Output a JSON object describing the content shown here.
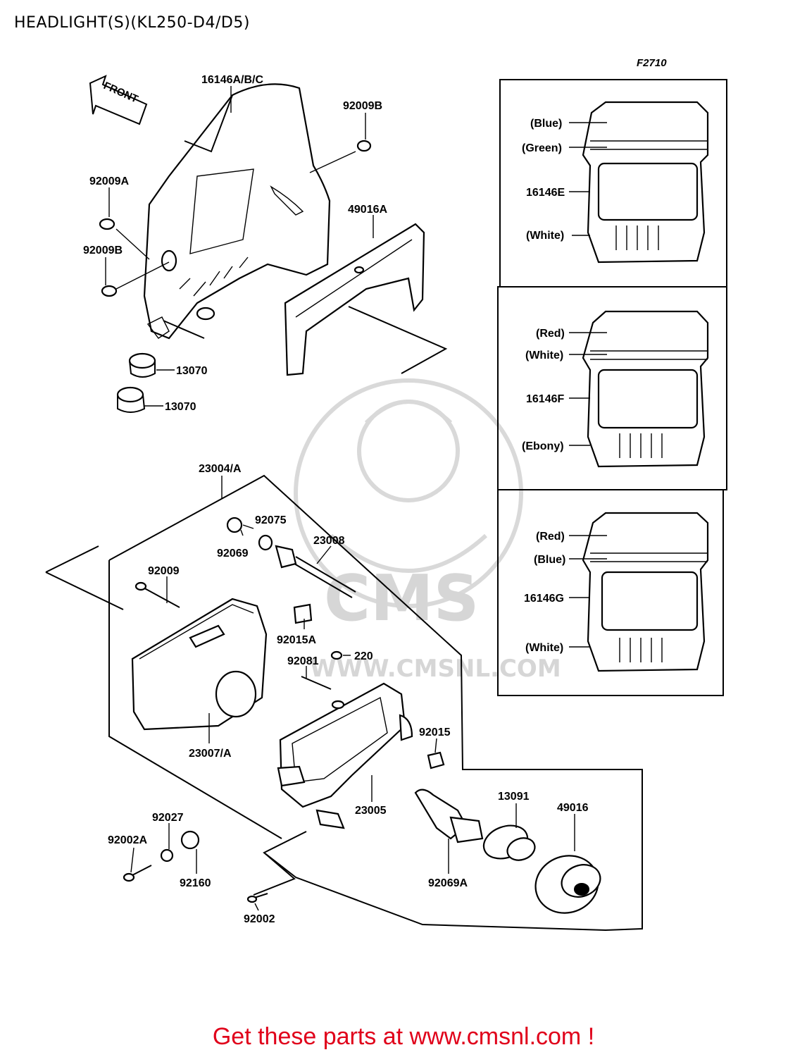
{
  "title": "HEADLIGHT(S)(KL250-D4/D5)",
  "figure_code": "F2710",
  "front_label": "FRONT",
  "watermark": {
    "brand": "CMS",
    "url": "WWW.CMSNL.COM"
  },
  "footer": "Get these parts at www.cmsnl.com !",
  "parts": {
    "p16146abc": "16146A/B/C",
    "p92009b_top": "92009B",
    "p92009a": "92009A",
    "p92009b_left": "92009B",
    "p49016a": "49016A",
    "p13070_a": "13070",
    "p13070_b": "13070",
    "p23004a": "23004/A",
    "p92075": "92075",
    "p92069": "92069",
    "p23008": "23008",
    "p92009": "92009",
    "p92015a": "92015A",
    "p220": "220",
    "p92081": "92081",
    "p23007a": "23007/A",
    "p92015": "92015",
    "p23005": "23005",
    "p13091": "13091",
    "p49016": "49016",
    "p92027": "92027",
    "p92002a": "92002A",
    "p92160": "92160",
    "p92069a": "92069A",
    "p92002": "92002"
  },
  "variants": [
    {
      "part": "16146E",
      "upper": "(Blue)",
      "middle": "(Green)",
      "lower": "(White)"
    },
    {
      "part": "16146F",
      "upper": "(Red)",
      "middle": "(White)",
      "lower": "(Ebony)"
    },
    {
      "part": "16146G",
      "upper": "(Red)",
      "middle": "(Blue)",
      "lower": "(White)"
    }
  ]
}
